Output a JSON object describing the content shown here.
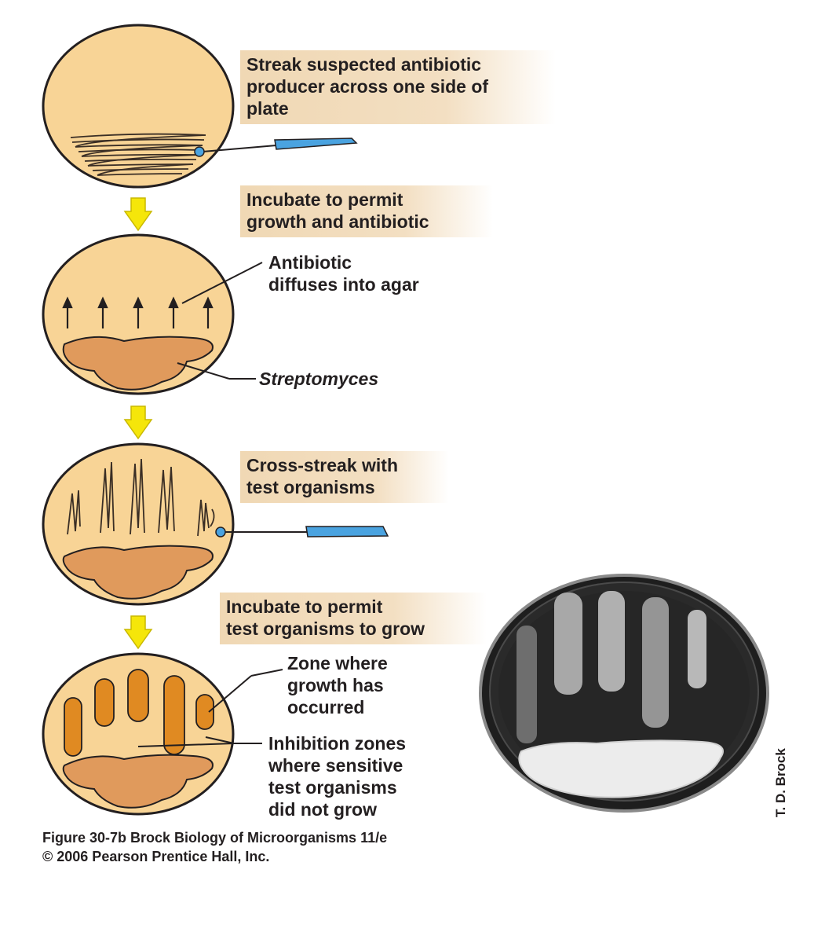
{
  "steps": {
    "step1_text": [
      "Streak suspected antibiotic",
      "producer across one side of",
      "plate"
    ],
    "step2_text": [
      "Incubate to permit",
      "growth and antibiotic"
    ],
    "step3_text": [
      "Cross-streak with",
      "test organisms"
    ],
    "step4_text": [
      "Incubate to permit",
      "test organisms to grow"
    ]
  },
  "callouts": {
    "antibiotic_diffuses": [
      "Antibiotic",
      "diffuses into agar"
    ],
    "streptomyces": "Streptomyces",
    "growth_zone": [
      "Zone where",
      "growth has",
      "occurred"
    ],
    "inhibition_zones": [
      "Inhibition zones",
      "where sensitive",
      "test organisms",
      "did not grow"
    ]
  },
  "caption": {
    "line1": "Figure 30-7b  Brock Biology of Microorganisms 11/e",
    "line2": "© 2006 Pearson Prentice Hall, Inc."
  },
  "photo_credit": "T. D. Brock",
  "colors": {
    "plate_fill": "#f8d496",
    "streptomyces_fill": "#e09a5c",
    "growth_fill": "#e08a22",
    "arrow_fill": "#f5e60a",
    "loop_blue": "#4aa3e0",
    "label_bg": "#f0d8b4"
  }
}
